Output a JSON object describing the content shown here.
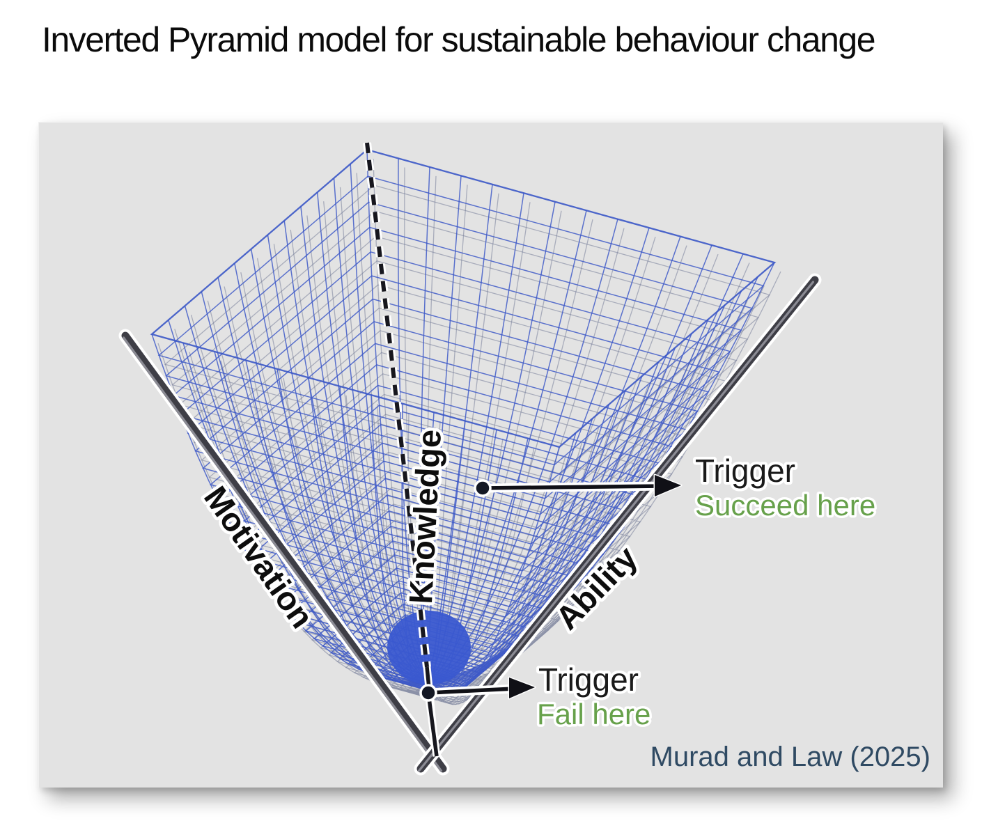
{
  "title": "Inverted Pyramid model for sustainable behaviour change",
  "diagram": {
    "axis_labels": {
      "motivation": "Motivation",
      "knowledge": "Knowledge",
      "ability": "Ability"
    },
    "annotation_succeed": {
      "label": "Trigger",
      "note": "Succeed here"
    },
    "annotation_fail": {
      "label": "Trigger",
      "note": "Fail here"
    },
    "attribution": "Murad and Law (2025)",
    "colors": {
      "panel_bg": "#e3e3e3",
      "mesh": "#3a57c7",
      "mesh_bright": "#3a58d0",
      "mesh_far": "#6e7694",
      "beam": "#3e3e46",
      "green": "#67a14b",
      "attribution": "#2f4a63"
    }
  }
}
